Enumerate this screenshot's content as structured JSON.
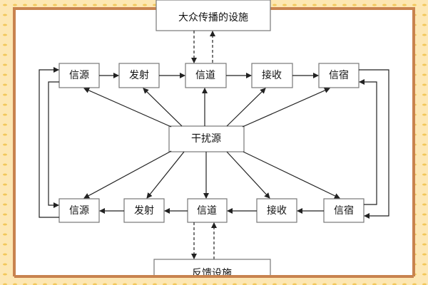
{
  "colors": {
    "background": "#fde7b3",
    "border": "#c8834f",
    "dots": "#f2c75a"
  },
  "top_box": "大众传播的设施",
  "bottom_box": "反馈设施",
  "interference": "干扰源",
  "top_row": [
    "信源",
    "发射",
    "信道",
    "接收",
    "信宿"
  ],
  "bottom_row": [
    "信源",
    "发射",
    "信道",
    "接收",
    "信宿"
  ]
}
